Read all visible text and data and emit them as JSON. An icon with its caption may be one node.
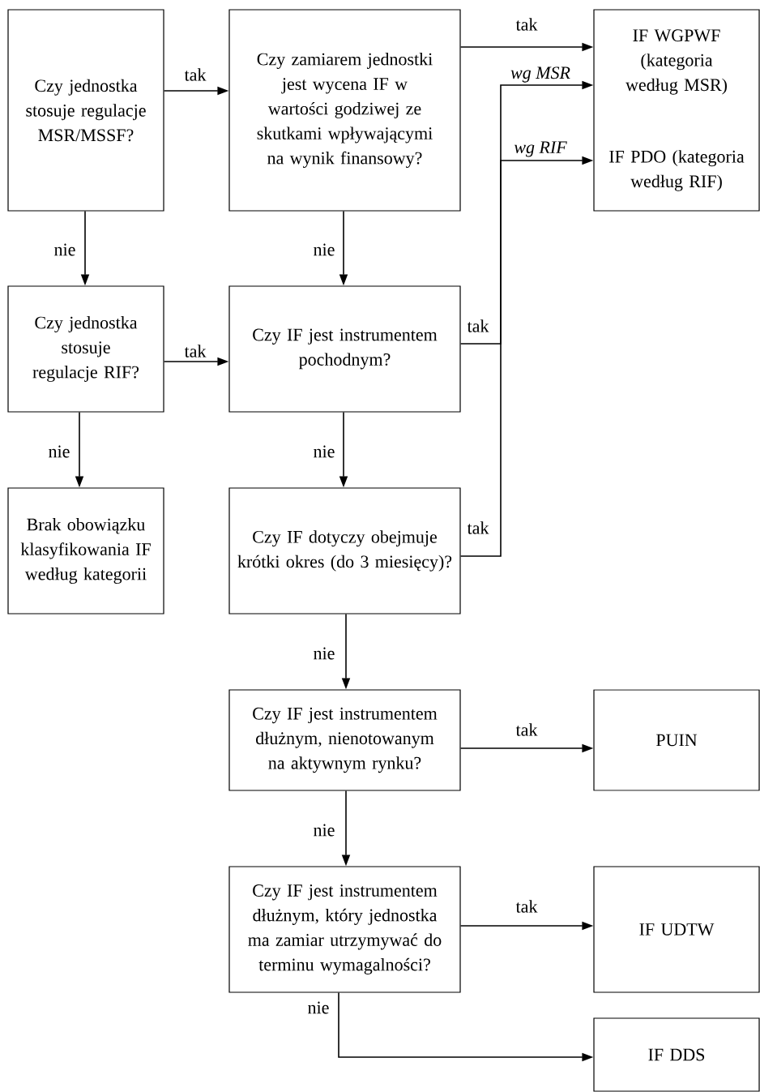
{
  "diagram": {
    "nodes": [
      {
        "text": [
          "Czy jednostka stosuje regulacje MSR/MSSF?"
        ]
      },
      {
        "text": [
          "Czy zamiarem jednostki jest wycena IF w wartości godziwej ze skutkami wpływającymi na wynik finansowy?"
        ]
      },
      {
        "text": [
          "IF WGPWF (kategoria według MSR)",
          "IF PDO (kategoria według RIF)"
        ]
      },
      {
        "text": [
          "Czy jednostka stosuje regulacje RIF?"
        ]
      },
      {
        "text": [
          "Czy IF jest instrumentem pochodnym?"
        ]
      },
      {
        "text": [
          "Brak obowiązku klasyfikowania IF według kategorii"
        ]
      },
      {
        "text": [
          "Czy IF dotyczy obejmuje krótki okres (do 3 miesięcy)?"
        ]
      },
      {
        "text": [
          "Czy IF jest instrumentem dłużnym, nienotowanym na aktywnym rynku?"
        ]
      },
      {
        "text": [
          "PUIN"
        ]
      },
      {
        "text": [
          "Czy IF jest instrumentem dłużnym, który jednostka ma zamiar utrzymywać do terminu wymagalności?"
        ]
      },
      {
        "text": [
          "IF UDTW"
        ]
      },
      {
        "text": [
          "IF DDS"
        ]
      }
    ],
    "edges": [
      {
        "from": 0,
        "to": 1,
        "arrow": "to",
        "label": "tak"
      },
      {
        "from": 0,
        "to": 3,
        "arrow": "to",
        "label": "nie"
      },
      {
        "from": 1,
        "to": 2,
        "arrow": "to",
        "label": "tak"
      },
      {
        "from": 1,
        "to": 4,
        "arrow": "to",
        "label": "nie"
      },
      {
        "from": 3,
        "to": 4,
        "arrow": "to",
        "label": "tak"
      },
      {
        "from": 3,
        "to": 5,
        "arrow": "to",
        "label": "nie"
      },
      {
        "from": 4,
        "to": 2,
        "arrow": "to",
        "label": "tak"
      },
      {
        "from": 4,
        "to": 6,
        "arrow": "to",
        "label": "nie"
      },
      {
        "from": 6,
        "to": 2,
        "arrow": "to",
        "label": "tak"
      },
      {
        "from": 6,
        "to": 7,
        "arrow": "to",
        "label": "nie"
      },
      {
        "from": 7,
        "to": 8,
        "arrow": "to",
        "label": "tak"
      },
      {
        "from": 7,
        "to": 9,
        "arrow": "to",
        "label": "nie"
      },
      {
        "from": 9,
        "to": 10,
        "arrow": "to",
        "label": "tak"
      },
      {
        "from": 9,
        "to": 11,
        "arrow": "to",
        "label": "nie"
      }
    ],
    "labels": [
      "wg MSR",
      "wg RIF"
    ]
  }
}
